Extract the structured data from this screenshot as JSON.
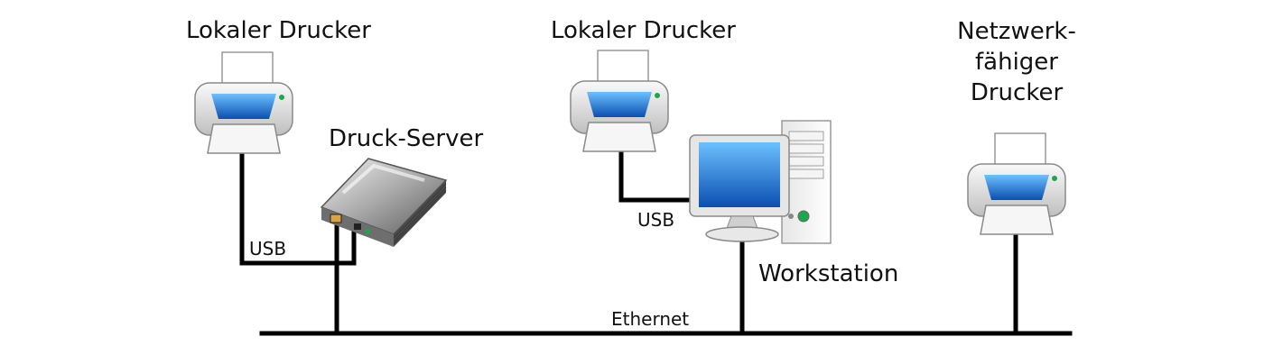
{
  "labels": {
    "printer_left": "Lokaler Drucker",
    "printer_middle": "Lokaler Drucker",
    "printer_network": [
      "Netzwerk-",
      "fähiger",
      "Drucker"
    ],
    "print_server": "Druck-Server",
    "workstation": "Workstation",
    "usb_left": "USB",
    "usb_middle": "USB",
    "ethernet": "Ethernet"
  },
  "colors": {
    "cable": "#000000",
    "screen_blue": "#1a6fd0",
    "device_gray": "#d8d8d8"
  },
  "icons": {
    "printer": "printer-icon",
    "server": "print-server-icon",
    "computer": "workstation-icon"
  }
}
